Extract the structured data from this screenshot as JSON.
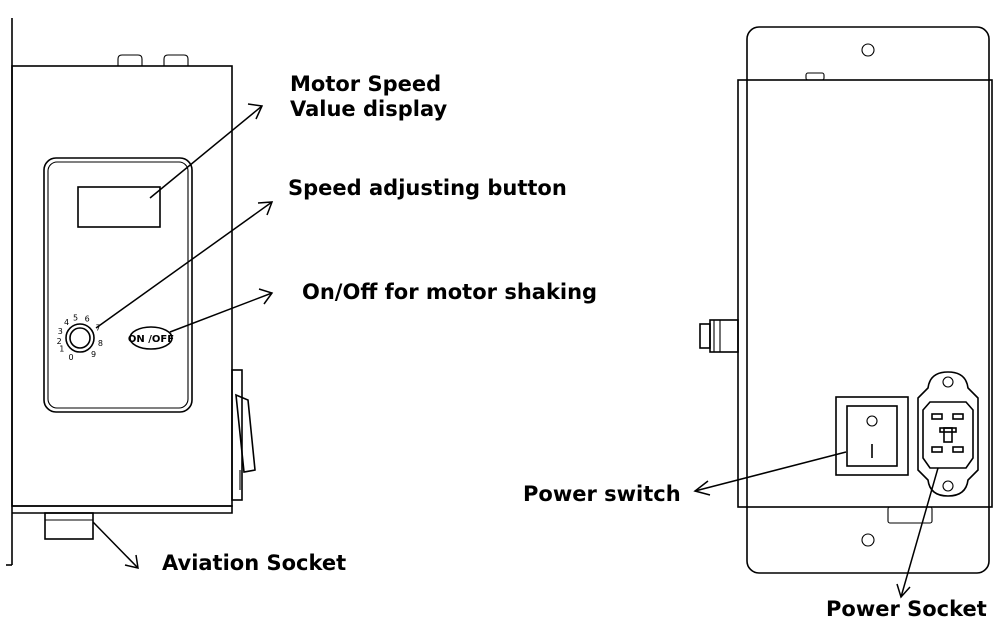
{
  "labels": {
    "motor_speed_line1": "Motor Speed",
    "motor_speed_line2": "Value display",
    "speed_adjust": "Speed adjusting button",
    "on_off_shaking": "On/Off for motor shaking",
    "aviation_socket": "Aviation Socket",
    "power_switch": "Power switch",
    "power_socket": "Power Socket"
  },
  "device_markings": {
    "on_off_button": "ON /OFF",
    "switch_on_symbol": "I",
    "switch_off_symbol": "O"
  },
  "dial_numbers": [
    "0",
    "1",
    "2",
    "3",
    "4",
    "5",
    "6",
    "7",
    "8",
    "9"
  ],
  "colors": {
    "line": "#000000",
    "background": "#ffffff"
  }
}
